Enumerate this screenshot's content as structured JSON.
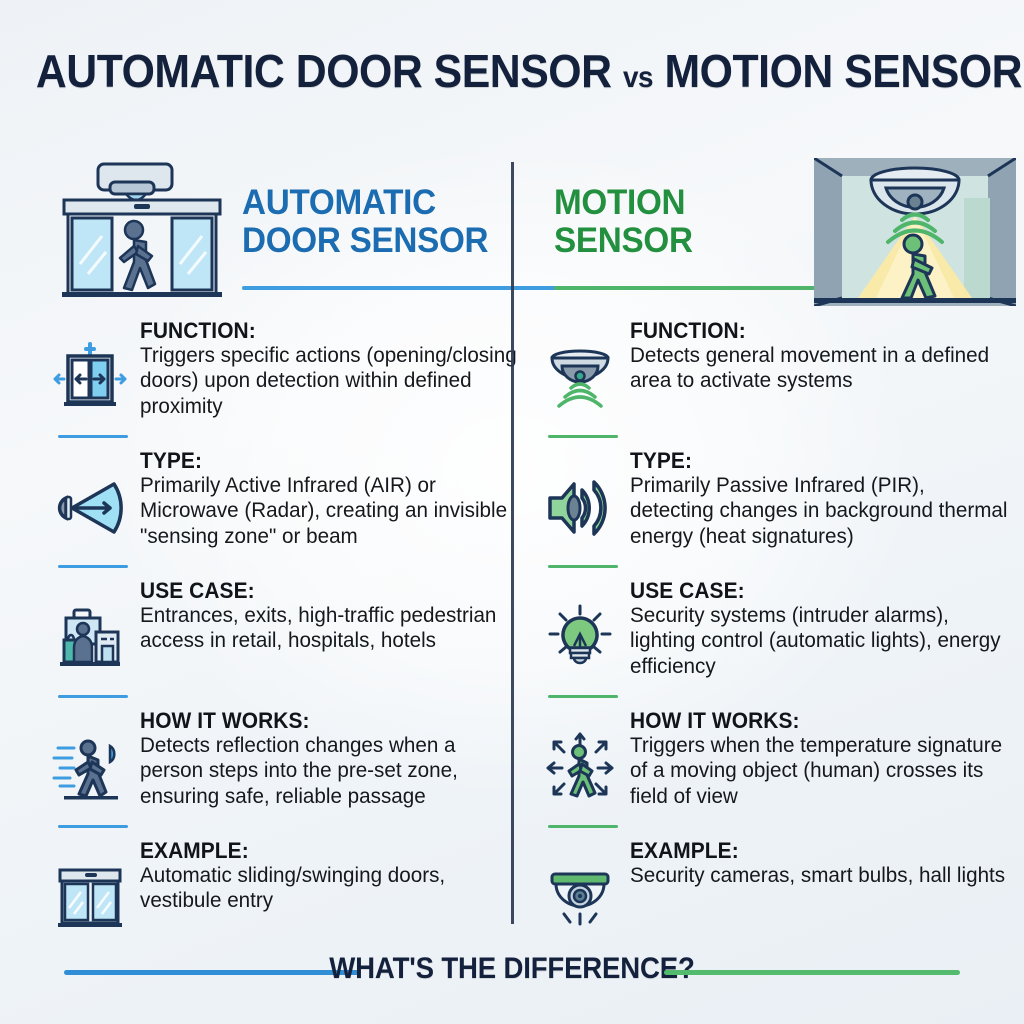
{
  "title": {
    "main_before": "AUTOMATIC DOOR SENSOR",
    "vs": "vs",
    "main_after": "MOTION SENSOR"
  },
  "colors": {
    "left_accent": "#1b6cb0",
    "left_rule": "#3d9de0",
    "right_accent": "#22903f",
    "right_rule": "#4eb56a",
    "title": "#14213d",
    "divider": "#2c3a52",
    "background": "#f2f5f8"
  },
  "columns": {
    "left": {
      "heading_line1": "AUTOMATIC",
      "heading_line2": "DOOR SENSOR",
      "header_art_name": "automatic-sliding-door-illustration",
      "rows": [
        {
          "label": "FUNCTION:",
          "text": "Triggers specific actions (opening/closing doors) upon detection within defined proximity",
          "icon": "sliding-door-arrows-icon"
        },
        {
          "label": "TYPE:",
          "text": "Primarily Active Infrared (AIR) or Microwave (Radar), creating an invisible \"sensing zone\" or beam",
          "icon": "sensor-beam-cone-icon"
        },
        {
          "label": "USE CASE:",
          "text": "Entrances, exits, high-traffic pedestrian access in retail, hospitals, hotels",
          "icon": "shopper-storefront-icon"
        },
        {
          "label": "HOW IT WORKS:",
          "text": "Detects reflection changes when a person steps into the pre-set zone, ensuring safe, reliable passage",
          "icon": "walking-person-reflection-icon"
        },
        {
          "label": "EXAMPLE:",
          "text": "Automatic sliding/swinging doors, vestibule entry",
          "icon": "glass-sliding-doors-icon"
        }
      ]
    },
    "right": {
      "heading_line1": "MOTION",
      "heading_line2": "SENSOR",
      "header_art_name": "ceiling-motion-sensor-hallway-illustration",
      "rows": [
        {
          "label": "FUNCTION:",
          "text": "Detects general movement in a defined area to activate systems",
          "icon": "dome-sensor-waves-icon"
        },
        {
          "label": "TYPE:",
          "text": "Primarily Passive Infrared (PIR), detecting changes in background thermal energy (heat signatures)",
          "icon": "signal-emitter-waves-icon"
        },
        {
          "label": "USE CASE:",
          "text": "Security systems (intruder alarms), lighting control (automatic lights), energy efficiency",
          "icon": "light-bulb-icon"
        },
        {
          "label": "HOW IT WORKS:",
          "text": "Triggers when the temperature signature of a moving object (human) crosses its field of view",
          "icon": "person-motion-arrows-icon"
        },
        {
          "label": "EXAMPLE:",
          "text": "Security cameras, smart bulbs, hall lights",
          "icon": "dome-camera-icon"
        }
      ]
    }
  },
  "footer": {
    "text": "WHAT'S THE DIFFERENCE?"
  }
}
